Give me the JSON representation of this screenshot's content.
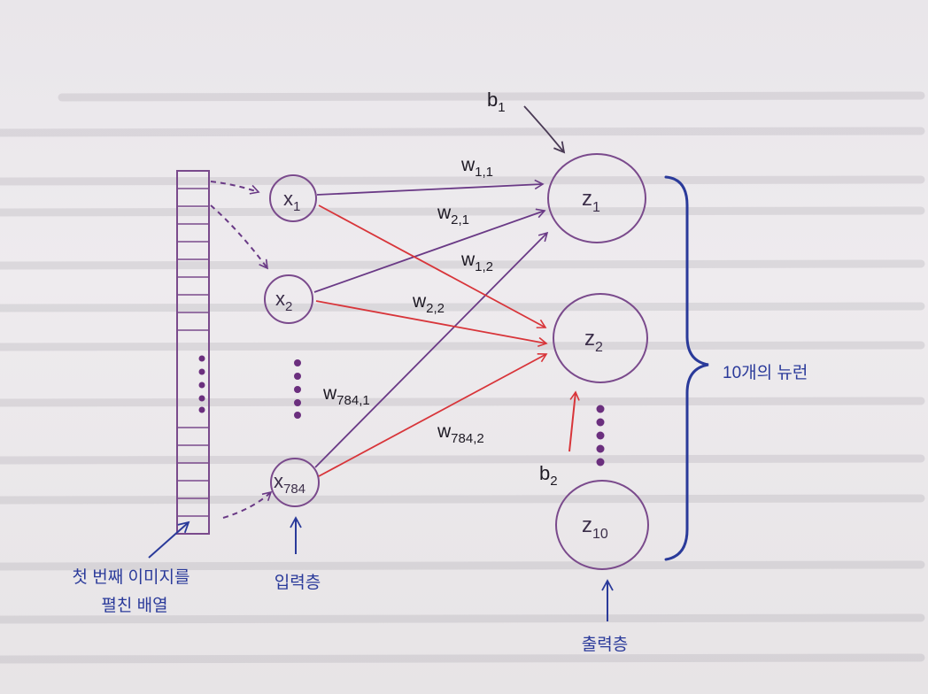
{
  "diagram": {
    "input_nodes": [
      {
        "base": "x",
        "sub": "1"
      },
      {
        "base": "x",
        "sub": "2"
      },
      {
        "base": "x",
        "sub": "784"
      }
    ],
    "output_nodes": [
      {
        "base": "z",
        "sub": "1"
      },
      {
        "base": "z",
        "sub": "2"
      },
      {
        "base": "z",
        "sub": "10"
      }
    ],
    "weights": [
      {
        "base": "w",
        "sub": "1,1"
      },
      {
        "base": "w",
        "sub": "2,1"
      },
      {
        "base": "w",
        "sub": "1,2"
      },
      {
        "base": "w",
        "sub": "2,2"
      },
      {
        "base": "w",
        "sub": "784,1"
      },
      {
        "base": "w",
        "sub": "784,2"
      }
    ],
    "biases": [
      {
        "base": "b",
        "sub": "1"
      },
      {
        "base": "b",
        "sub": "2"
      }
    ],
    "annotations": {
      "array_label_line1": "첫 번째 이미지를",
      "array_label_line2": "펼친 배열",
      "input_layer": "입력층",
      "output_layer": "출력층",
      "neurons": "10개의 뉴런"
    },
    "colors": {
      "node": "#7a4a8c",
      "purple_edge": "#6a3a86",
      "red_edge": "#d8353a",
      "dots": "#6b2f7e",
      "annotation_blue": "#2a3a9a",
      "array": "#7a4a8c"
    }
  }
}
